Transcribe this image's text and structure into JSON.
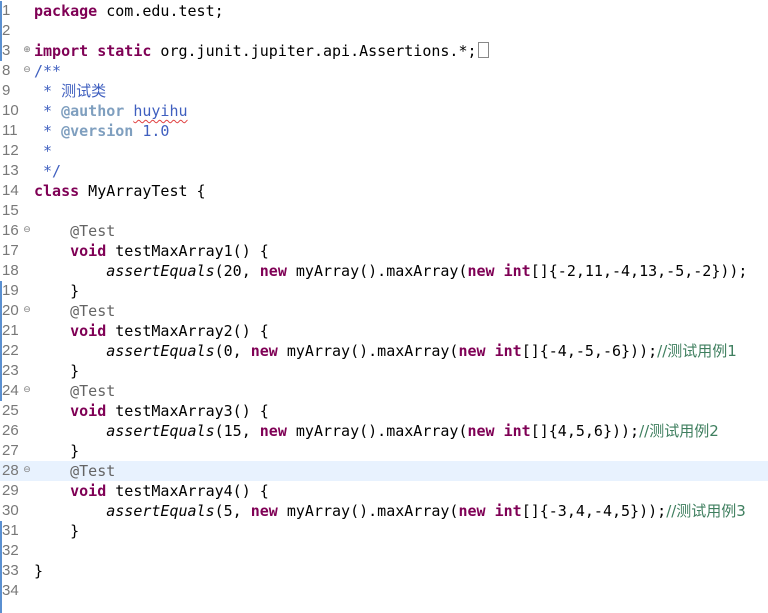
{
  "editor": {
    "lines": [
      {
        "n": "1",
        "tokens": [
          {
            "t": "package",
            "c": "kw"
          },
          {
            "t": " com.edu.test;"
          }
        ]
      },
      {
        "n": "2",
        "tokens": []
      },
      {
        "n": "3",
        "fold": "plus",
        "tokens": [
          {
            "t": "import",
            "c": "kw"
          },
          {
            "t": " "
          },
          {
            "t": "static",
            "c": "kw"
          },
          {
            "t": " org.junit.jupiter.api.Assertions.*;"
          },
          {
            "box": true
          }
        ]
      },
      {
        "n": "8",
        "fold": "minus",
        "tokens": [
          {
            "t": "/**",
            "c": "cm"
          }
        ]
      },
      {
        "n": "9",
        "tokens": [
          {
            "t": " * ",
            "c": "cm"
          },
          {
            "t": "测试类",
            "c": "cm cjk"
          }
        ]
      },
      {
        "n": "10",
        "tokens": [
          {
            "t": " * ",
            "c": "cm"
          },
          {
            "t": "@author",
            "c": "tag"
          },
          {
            "t": " ",
            "c": "cm"
          },
          {
            "t": "huyihu",
            "c": "cm squig"
          }
        ]
      },
      {
        "n": "11",
        "tokens": [
          {
            "t": " * ",
            "c": "cm"
          },
          {
            "t": "@version",
            "c": "tag"
          },
          {
            "t": " 1.0",
            "c": "cm"
          }
        ]
      },
      {
        "n": "12",
        "tokens": [
          {
            "t": " *",
            "c": "cm"
          }
        ]
      },
      {
        "n": "13",
        "tokens": [
          {
            "t": " */",
            "c": "cm"
          }
        ]
      },
      {
        "n": "14",
        "tokens": [
          {
            "t": "class",
            "c": "kw"
          },
          {
            "t": " MyArrayTest {"
          }
        ]
      },
      {
        "n": "15",
        "tokens": []
      },
      {
        "n": "16",
        "fold": "minus",
        "tokens": [
          {
            "t": "    "
          },
          {
            "t": "@Test",
            "c": "ann"
          }
        ]
      },
      {
        "n": "17",
        "tokens": [
          {
            "t": "    "
          },
          {
            "t": "void",
            "c": "kw"
          },
          {
            "t": " testMaxArray1() {"
          }
        ]
      },
      {
        "n": "18",
        "tokens": [
          {
            "t": "        "
          },
          {
            "t": "assertEquals",
            "c": "it"
          },
          {
            "t": "(20, "
          },
          {
            "t": "new",
            "c": "kw"
          },
          {
            "t": " myArray().maxArray("
          },
          {
            "t": "new",
            "c": "kw"
          },
          {
            "t": " "
          },
          {
            "t": "int",
            "c": "kw"
          },
          {
            "t": "[]{-2,11,-4,13,-5,-2}));"
          }
        ]
      },
      {
        "n": "19",
        "tokens": [
          {
            "t": "    }"
          }
        ]
      },
      {
        "n": "20",
        "fold": "minus",
        "tokens": [
          {
            "t": "    "
          },
          {
            "t": "@Test",
            "c": "ann"
          }
        ]
      },
      {
        "n": "21",
        "tokens": [
          {
            "t": "    "
          },
          {
            "t": "void",
            "c": "kw"
          },
          {
            "t": " testMaxArray2() {"
          }
        ]
      },
      {
        "n": "22",
        "tokens": [
          {
            "t": "        "
          },
          {
            "t": "assertEquals",
            "c": "it"
          },
          {
            "t": "(0, "
          },
          {
            "t": "new",
            "c": "kw"
          },
          {
            "t": " myArray().maxArray("
          },
          {
            "t": "new",
            "c": "kw"
          },
          {
            "t": " "
          },
          {
            "t": "int",
            "c": "kw"
          },
          {
            "t": "[]{-4,-5,-6}));"
          },
          {
            "t": "//测试用例1",
            "c": "lc"
          }
        ]
      },
      {
        "n": "23",
        "tokens": [
          {
            "t": "    }"
          }
        ]
      },
      {
        "n": "24",
        "fold": "minus",
        "tokens": [
          {
            "t": "    "
          },
          {
            "t": "@Test",
            "c": "ann"
          }
        ]
      },
      {
        "n": "25",
        "tokens": [
          {
            "t": "    "
          },
          {
            "t": "void",
            "c": "kw"
          },
          {
            "t": " testMaxArray3() {"
          }
        ]
      },
      {
        "n": "26",
        "tokens": [
          {
            "t": "        "
          },
          {
            "t": "assertEquals",
            "c": "it"
          },
          {
            "t": "(15, "
          },
          {
            "t": "new",
            "c": "kw"
          },
          {
            "t": " myArray().maxArray("
          },
          {
            "t": "new",
            "c": "kw"
          },
          {
            "t": " "
          },
          {
            "t": "int",
            "c": "kw"
          },
          {
            "t": "[]{4,5,6}));"
          },
          {
            "t": "//测试用例2",
            "c": "lc"
          }
        ]
      },
      {
        "n": "27",
        "tokens": [
          {
            "t": "    }"
          }
        ]
      },
      {
        "n": "28",
        "fold": "minus",
        "hl": true,
        "tokens": [
          {
            "t": "    "
          },
          {
            "t": "@Test",
            "c": "ann"
          }
        ]
      },
      {
        "n": "29",
        "tokens": [
          {
            "t": "    "
          },
          {
            "t": "void",
            "c": "kw"
          },
          {
            "t": " testMaxArray4() {"
          }
        ]
      },
      {
        "n": "30",
        "tokens": [
          {
            "t": "        "
          },
          {
            "t": "assertEquals",
            "c": "it"
          },
          {
            "t": "(5, "
          },
          {
            "t": "new",
            "c": "kw"
          },
          {
            "t": " myArray().maxArray("
          },
          {
            "t": "new",
            "c": "kw"
          },
          {
            "t": " "
          },
          {
            "t": "int",
            "c": "kw"
          },
          {
            "t": "[]{-3,4,-4,5}));"
          },
          {
            "t": "//测试用例3",
            "c": "lc"
          }
        ]
      },
      {
        "n": "31",
        "tokens": [
          {
            "t": "    }"
          }
        ]
      },
      {
        "n": "32",
        "tokens": []
      },
      {
        "n": "33",
        "tokens": [
          {
            "t": "}"
          }
        ]
      },
      {
        "n": "34",
        "tokens": []
      }
    ],
    "colors": {
      "keyword": "#7f0055",
      "comment": "#3f5fbf",
      "javadoc_tag": "#7f9fbf",
      "line_comment": "#3f7f5f",
      "annotation": "#646464",
      "current_line": "#e8f2fe"
    }
  }
}
